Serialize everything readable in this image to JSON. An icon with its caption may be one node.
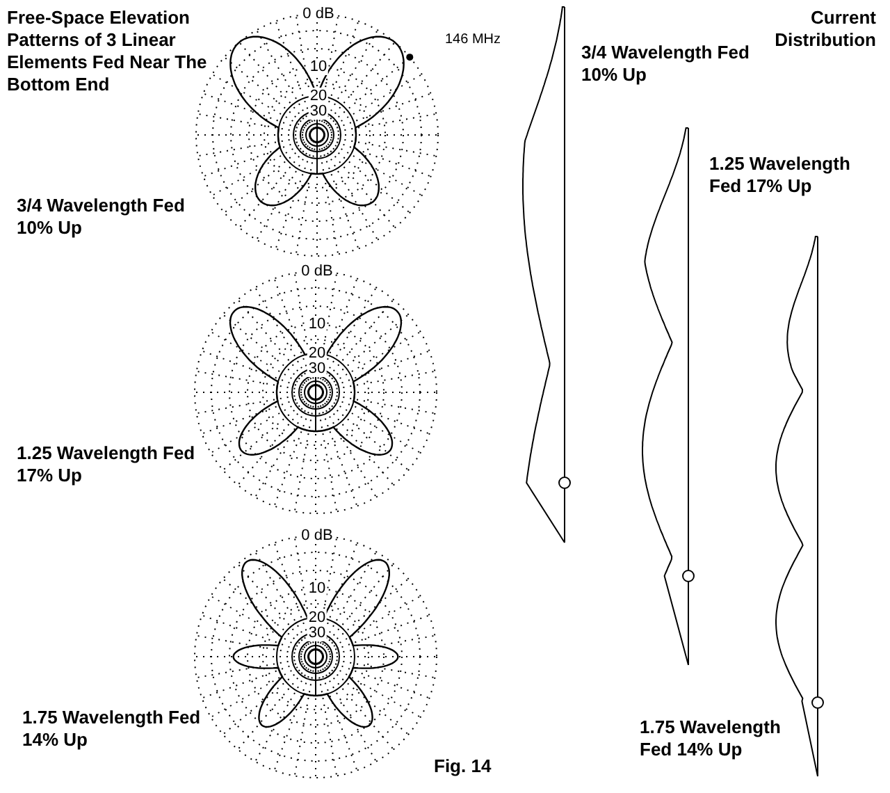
{
  "diagram": {
    "title": "Free-Space Elevation Patterns of 3 Linear Elements Fed Near The Bottom End",
    "caption": "Fig. 14",
    "labels": [
      "0 dB",
      "10",
      "20",
      "30",
      "146 MHz",
      "3/4 Wavelength Fed 10% Up",
      "Current Distribution",
      "3/4 Wavelength Fed 10% Up",
      "1.25 Wavelength Fed 17% Up",
      "0 dB",
      "10",
      "20",
      "30",
      "1.25 Wavelength Fed 17% Up",
      "0 dB",
      "10",
      "20",
      "30",
      "1.75 Wavelength Fed 14% Up",
      "1.75 Wavelength Fed 14% Up"
    ]
  }
}
